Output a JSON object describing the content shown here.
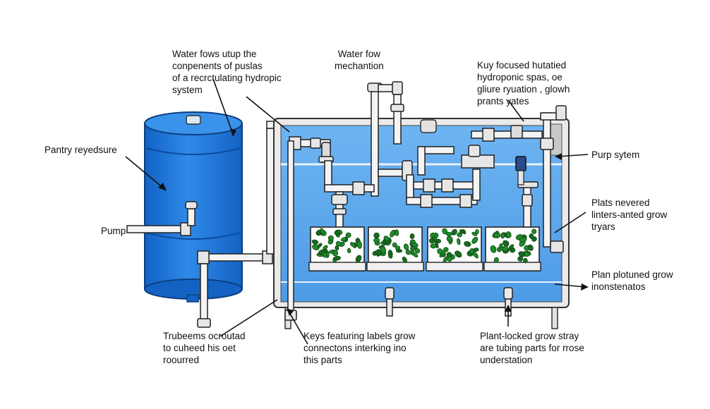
{
  "labels": {
    "top_left": [
      "Water fows utup the",
      "conpenents of puslas",
      "of a recrctulating hydropic",
      "system"
    ],
    "water_flow": [
      "Water fow",
      "mechantion"
    ],
    "key_focused": [
      "Kuy focused hutatied",
      "hydroponic spas, oe",
      "gliure ryuation , glowh",
      "prants yates"
    ],
    "pantry": "Pantry reyedsure",
    "pump": "Pump",
    "pump_system": "Purp sytem",
    "plats_nevered": [
      "Plats nevered",
      "linters-anted grow",
      "tryars"
    ],
    "plan_plotuned": [
      "Plan plotuned grow",
      "inonstenatos"
    ],
    "tubeens": [
      "Trubeems ocroutad",
      "to cuheed his oet",
      "roourred"
    ],
    "keys_featuring": [
      "Keys featuring labels grow",
      "connectons interking ino",
      "this parts"
    ],
    "plant_locked": [
      "Plant-locked grow stray",
      "are tubing parts for rrose",
      "understation"
    ]
  },
  "colors": {
    "tank_blue": "#1f74d6",
    "reservoir_blue": "#5aa6ec",
    "pipe": "#f2f2f2",
    "leaf": "#1f8a2a",
    "outline": "#1a1a1a"
  }
}
